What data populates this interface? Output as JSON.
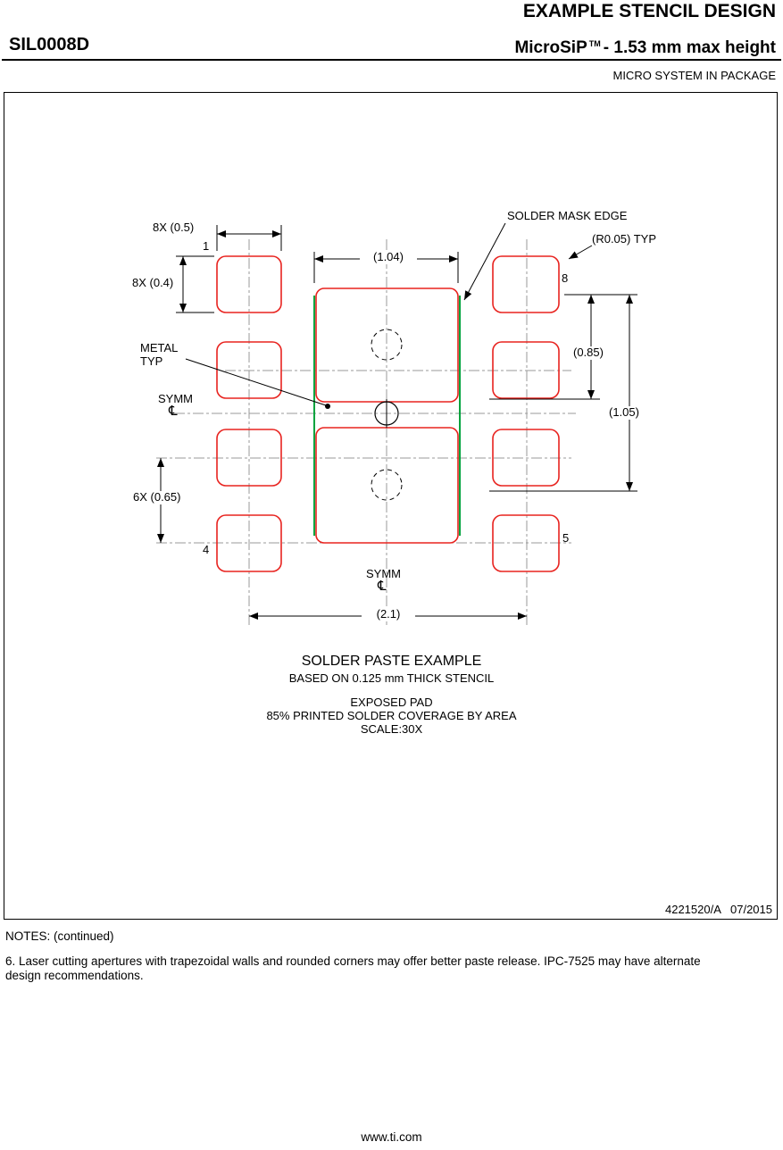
{
  "header": {
    "doc_title": "EXAMPLE STENCIL DESIGN",
    "part_number": "SIL0008D",
    "package_name": "MicroSiP",
    "trademark": "TM",
    "package_desc": "- 1.53 mm max height",
    "tagline": "MICRO SYSTEM IN PACKAGE"
  },
  "drawing": {
    "labels": {
      "dim_8x_05": "8X (0.5)",
      "dim_8x_04": "8X (0.4)",
      "dim_104": "(1.04)",
      "solder_mask_edge": "SOLDER MASK EDGE",
      "r005_typ": "(R0.05) TYP",
      "dim_085": "(0.85)",
      "dim_105": "(1.05)",
      "metal_typ": "METAL\nTYP",
      "symm": "SYMM",
      "centerline_symbol": "℄",
      "dim_6x_065": "6X (0.65)",
      "dim_21": "(2.1)",
      "pin1": "1",
      "pin8": "8",
      "pin4": "4",
      "pin5": "5"
    },
    "caption": {
      "title": "SOLDER PASTE EXAMPLE",
      "subtitle": "BASED ON 0.125 mm THICK STENCIL",
      "line1": "EXPOSED PAD",
      "line2": "85% PRINTED SOLDER COVERAGE BY AREA",
      "line3": "SCALE:30X"
    },
    "doc_number": "4221520/A   07/2015",
    "colors": {
      "aperture_red": "#e8231f",
      "mask_green": "#00a33e",
      "centerline_gray": "#999999"
    }
  },
  "notes": {
    "header": "NOTES: (continued)",
    "note6": "6. Laser cutting apertures with trapezoidal walls and rounded corners may offer better paste release. IPC-7525 may have alternate\n    design recommendations."
  },
  "footer": {
    "url": "www.ti.com"
  }
}
